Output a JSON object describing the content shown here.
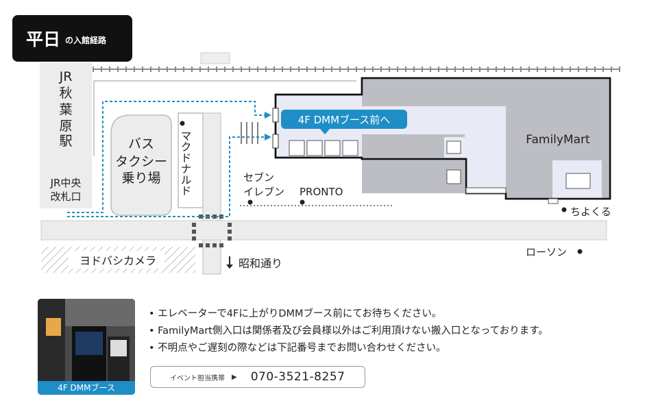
{
  "header": {
    "title": "平日",
    "subtitle": "の入館経路"
  },
  "map": {
    "station_line1": "JR",
    "station_line2": "秋",
    "station_line3": "葉",
    "station_line4": "原",
    "station_line5": "駅",
    "gate_line1": "JR中央",
    "gate_line2": "改札口",
    "bus_line1": "バス",
    "bus_line2": "タクシー",
    "bus_line3": "乗り場",
    "mcdonalds": "マクドナルド",
    "seven_line1": "セブン",
    "seven_line2": "イレブン",
    "pronto": "PRONTO",
    "destination": "4F DMMブース前へ",
    "familymart": "FamilyMart",
    "chiyokuru": "ちよくる",
    "yodobashi": "ヨドバシカメラ",
    "lawson": "ローソン",
    "showa": "昭和通り"
  },
  "photo": {
    "caption": "4F DMMブース"
  },
  "notes": [
    "エレベーターで4Fに上がりDMMブース前にてお待ちください。",
    "FamilyMart側入口は関係者及び会員様以外はご利用頂けない搬入口となっております。",
    "不明点やご遅刻の際などは下記番号までお問い合わせください。"
  ],
  "contact": {
    "label": "イベント担当携帯",
    "phone": "070-3521-8257"
  },
  "colors": {
    "accent": "#1f8ec6",
    "building": "#bdbdc4",
    "building_light": "#e8eaf6"
  }
}
